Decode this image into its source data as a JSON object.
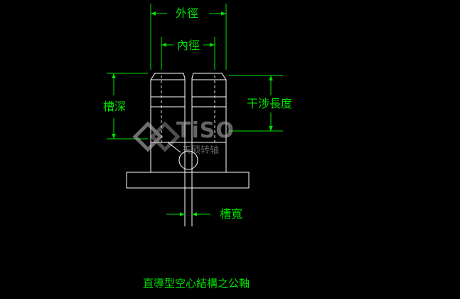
{
  "labels": {
    "outer_diameter": "外徑",
    "inner_diameter": "內徑",
    "groove_depth": "槽深",
    "interference_length": "干涉長度",
    "groove_width": "槽寬"
  },
  "caption": "直導型空心結構之公軸",
  "watermark": {
    "brand": "TiSO",
    "tagline": "天硕转轴",
    "logo_icon": "tiso-logo-icon"
  },
  "colors": {
    "background": "#000000",
    "outline": "#ffffff",
    "dimension": "#00e000",
    "hidden_line": "#e0e0e0"
  }
}
